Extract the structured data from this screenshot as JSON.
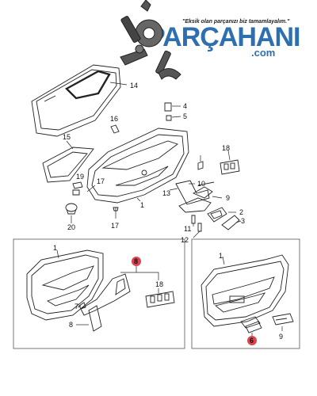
{
  "brand": {
    "tagline": "\"Eksik olan parçanızı biz tamamlayalım.\"",
    "name": "PARÇAHANI",
    "tld": ".com",
    "color": "#2e6fb0"
  },
  "highlight_color": "#e0454f",
  "callouts": {
    "c14": "14",
    "c4": "4",
    "c5": "5",
    "c16": "16",
    "c15": "15",
    "c18": "18",
    "c19": "19",
    "c17a": "17",
    "c10": "10",
    "c13": "13",
    "c9": "9",
    "c1a": "1",
    "c2": "2",
    "c3": "3",
    "c20": "20",
    "c17b": "17",
    "c11": "11",
    "c12": "12",
    "c1b": "1",
    "c8": "8",
    "c18b": "18",
    "c7": "7",
    "c8b": "8",
    "c1c": "1",
    "c6": "6",
    "c9b": "9"
  }
}
